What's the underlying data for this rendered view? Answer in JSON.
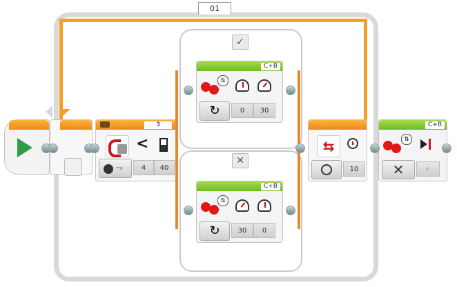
{
  "loop": {
    "name_label": "01"
  },
  "start_block": {
    "icon": "play-icon"
  },
  "switch": {
    "count_label": "3",
    "sensor_icon": "motor-rotation-sensor-icon",
    "compare_icon": "less-than-icon",
    "mode_icon": "compare-mode-icon",
    "threshold_type_icon": "threshold-icon",
    "params": [
      "4",
      "40"
    ],
    "true_tab": "✓",
    "false_tab": "✕"
  },
  "true_branch_block": {
    "ports": "C+B",
    "mode_icon": "on-icon",
    "params": [
      "0",
      "30"
    ],
    "param_icons": [
      "steering-icon",
      "power-icon"
    ]
  },
  "false_branch_block": {
    "ports": "C+B",
    "mode_icon": "on-icon",
    "params": [
      "30",
      "0"
    ],
    "param_icons": [
      "power-icon",
      "steering-icon"
    ]
  },
  "loop_end_block": {
    "mode_icon": "timer-icon",
    "param_icon": "stopwatch-icon",
    "params": [
      "10"
    ]
  },
  "stop_block": {
    "ports": "C+B",
    "mode_icon": "off-icon",
    "brake_icon": "brake-icon",
    "params": [
      "✓"
    ]
  }
}
